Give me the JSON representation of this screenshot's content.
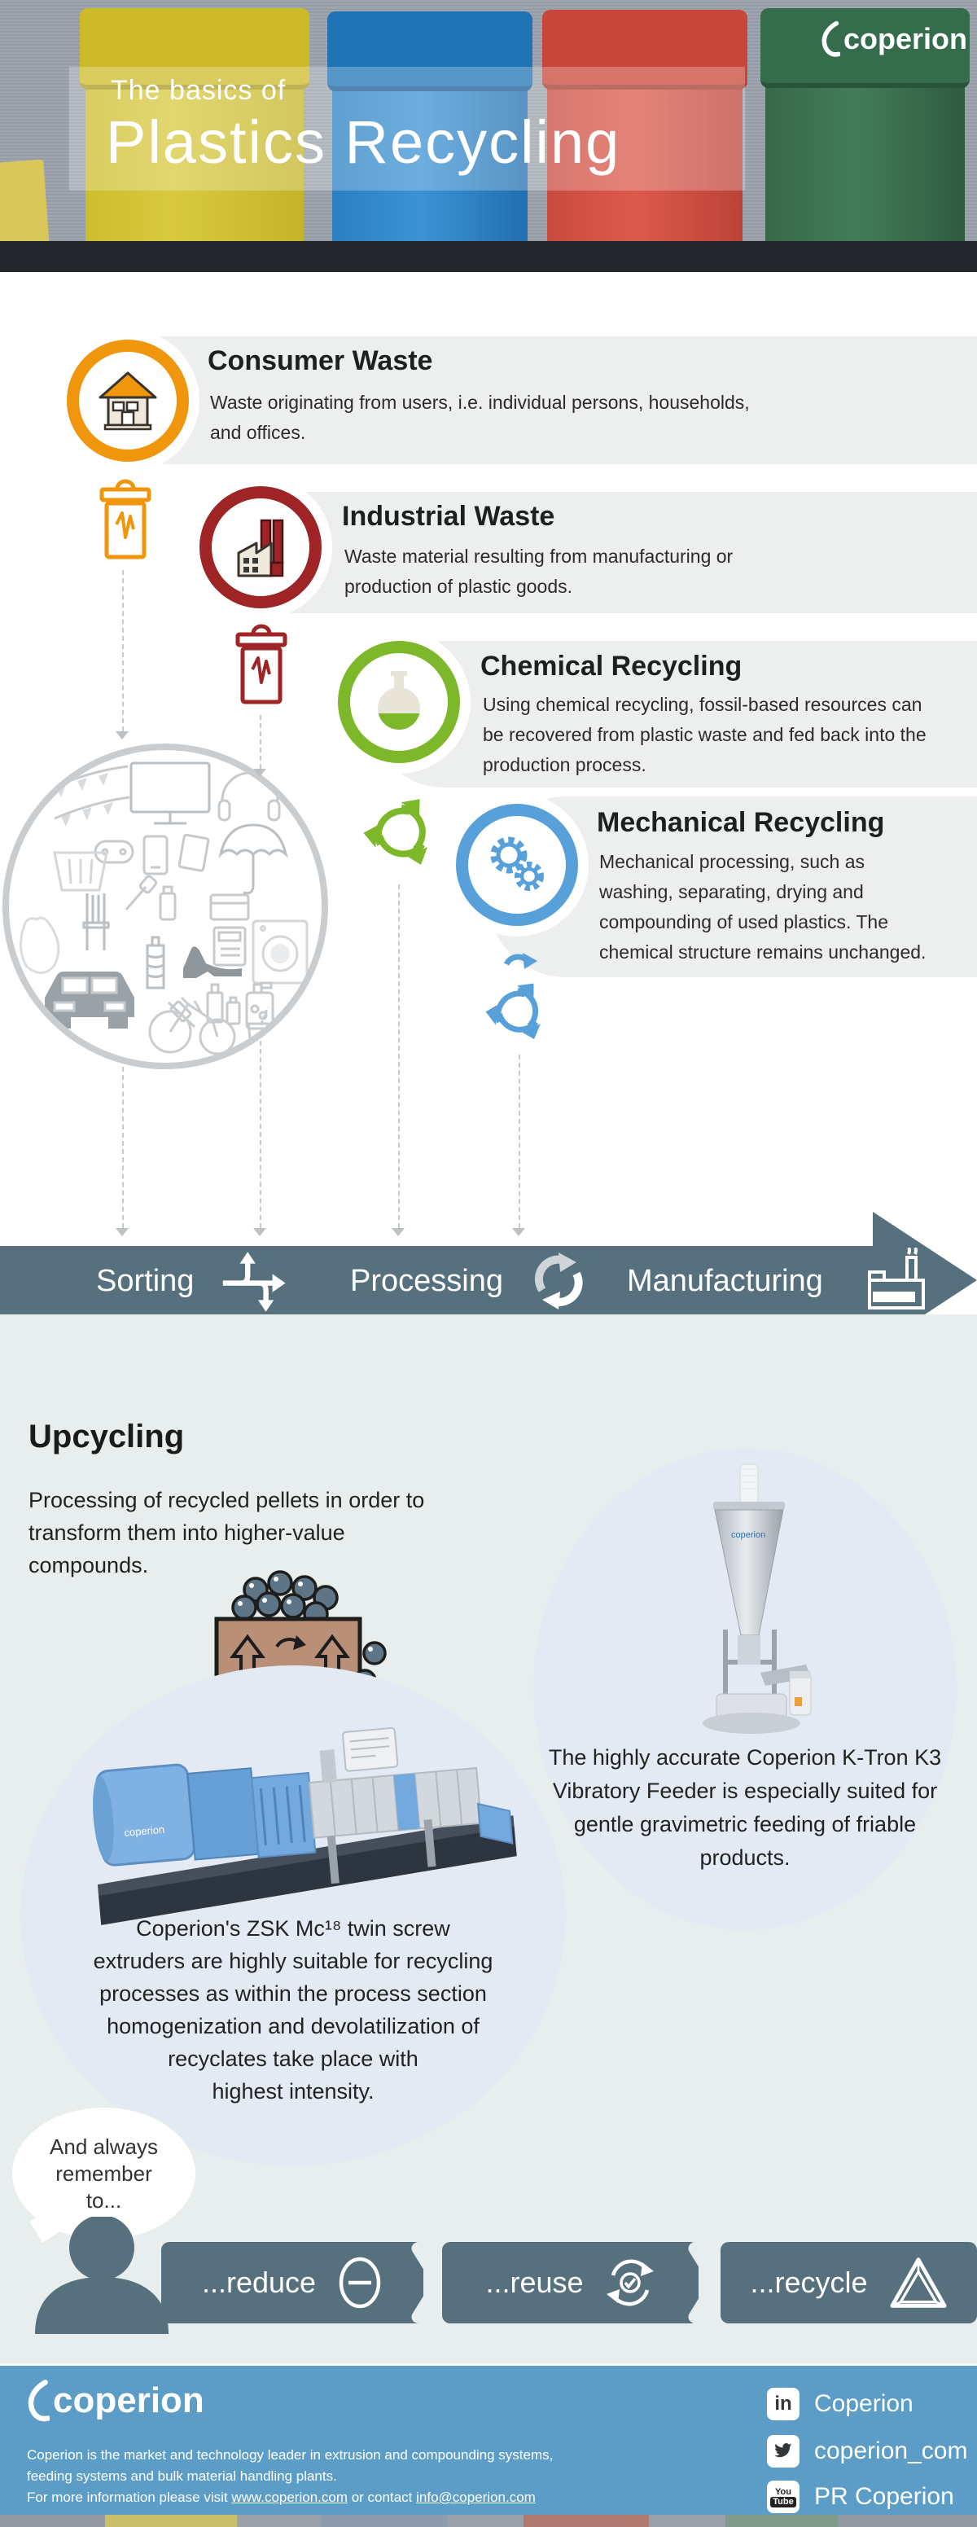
{
  "header": {
    "logo_text": "coperion",
    "eyebrow": "The basics of",
    "title": "Plastics Recycling"
  },
  "colors": {
    "orange": "#F0960C",
    "dark_red": "#9E2426",
    "green": "#7CB829",
    "blue": "#57A0D9",
    "slate_band": "#56707E",
    "band_gray": "#EDEFEF",
    "section_bg": "#E8EDED",
    "blob_bg": "#E4EAF3",
    "footer_blue": "#5B9DC7"
  },
  "sections": [
    {
      "heading": "Consumer Waste",
      "body": "Waste originating from users, i.e. individual persons, households, and offices.",
      "icon": "house-icon",
      "color": "#F0960C"
    },
    {
      "heading": "Industrial Waste",
      "body": "Waste material resulting from manufacturing or production of plastic goods.",
      "icon": "factory-icon",
      "color": "#9E2426"
    },
    {
      "heading": "Chemical Recycling",
      "body": "Using chemical recycling, fossil-based resources can be recovered from plastic waste and fed back into the production process.",
      "icon": "flask-icon",
      "color": "#7CB829"
    },
    {
      "heading": "Mechanical Recycling",
      "body": "Mechanical processing, such as washing, separating, drying and compounding of used plastics. The chemical structure remains unchanged.",
      "icon": "gears-icon",
      "color": "#57A0D9"
    }
  ],
  "flow": {
    "steps": [
      {
        "label": "Sorting",
        "icon": "sorting-icon"
      },
      {
        "label": "Processing",
        "icon": "processing-icon"
      },
      {
        "label": "Manufacturing",
        "icon": "manufacturing-icon"
      }
    ]
  },
  "upcycling": {
    "heading": "Upcycling",
    "body": "Processing of recycled pellets in order to transform them into higher-value compounds."
  },
  "machines": {
    "k3_brand": "coperion",
    "zsk_brand": "coperion",
    "k3_lines": [
      "The highly accurate Coperion K-Tron K3",
      "Vibratory Feeder is especially suited for",
      "gentle gravimetric feeding of friable",
      "products."
    ],
    "zsk_lines": [
      "Coperion's ZSK Mc¹⁸ twin screw",
      "extruders are highly suitable for recycling",
      "processes as within the process section",
      "homogenization and devolatilization of",
      "recyclates take place with",
      "highest intensity."
    ]
  },
  "remember": {
    "bubble_lines": [
      "And always",
      "remember",
      "to..."
    ],
    "buttons": [
      {
        "label": "...reduce",
        "icon": "minus-circle-icon"
      },
      {
        "label": "...reuse",
        "icon": "reuse-arrows-icon"
      },
      {
        "label": "...recycle",
        "icon": "recycle-triangle-icon"
      }
    ]
  },
  "footer": {
    "logo_text": "coperion",
    "about_line1": "Coperion is the market and technology leader in extrusion and compounding systems,",
    "about_line2": "feeding systems and bulk material handling plants.",
    "more_pre": "For more information please visit ",
    "link_web": "www.coperion.com",
    "more_mid": " or contact ",
    "link_email": "info@coperion.com",
    "social": [
      {
        "network": "LinkedIn",
        "label": "Coperion"
      },
      {
        "network": "Twitter",
        "label": "coperion_com"
      },
      {
        "network": "YouTube",
        "label": "PR Coperion"
      }
    ]
  }
}
